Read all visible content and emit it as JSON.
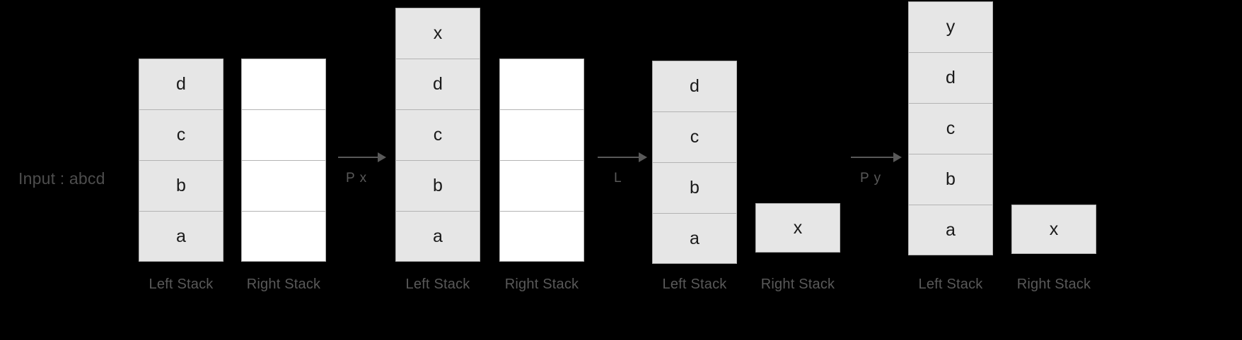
{
  "background_color": "#000000",
  "cell_fill_color": "#e6e6e6",
  "cell_empty_color": "#ffffff",
  "cell_border_color": "#b3b3b3",
  "text_color": "#1a1a1a",
  "label_color": "#595959",
  "caption": "Input : abcd",
  "labels": {
    "left_stack": "Left Stack",
    "right_stack": "Right Stack"
  },
  "chart_data": {
    "type": "diagram",
    "title": "Input : abcd",
    "description": "Stack machine trace with four snapshots of a Left Stack and Right Stack, connected by labelled transition arrows.",
    "stages": [
      {
        "index": 0,
        "left_stack": {
          "label": "Left Stack",
          "cells": [
            "d",
            "c",
            "b",
            "a"
          ],
          "filled": [
            true,
            true,
            true,
            true
          ]
        },
        "right_stack": {
          "label": "Right Stack",
          "cells": [
            "",
            "",
            "",
            ""
          ],
          "filled": [
            false,
            false,
            false,
            false
          ]
        }
      },
      {
        "index": 1,
        "left_stack": {
          "label": "Left Stack",
          "cells": [
            "x",
            "d",
            "c",
            "b",
            "a"
          ],
          "filled": [
            true,
            true,
            true,
            true,
            true
          ]
        },
        "right_stack": {
          "label": "Right Stack",
          "cells": [
            "",
            "",
            "",
            ""
          ],
          "filled": [
            false,
            false,
            false,
            false
          ]
        }
      },
      {
        "index": 2,
        "left_stack": {
          "label": "Left Stack",
          "cells": [
            "d",
            "c",
            "b",
            "a"
          ],
          "filled": [
            true,
            true,
            true,
            true
          ]
        },
        "right_stack": {
          "label": "Right Stack",
          "cells": [
            "x"
          ],
          "filled": [
            true
          ]
        }
      },
      {
        "index": 3,
        "left_stack": {
          "label": "Left Stack",
          "cells": [
            "y",
            "d",
            "c",
            "b",
            "a"
          ],
          "filled": [
            true,
            true,
            true,
            true,
            true
          ]
        },
        "right_stack": {
          "label": "Right Stack",
          "cells": [
            "x"
          ],
          "filled": [
            true
          ]
        }
      }
    ],
    "transitions": [
      {
        "index": 0,
        "label": "P x",
        "from_stage": 0,
        "to_stage": 1
      },
      {
        "index": 1,
        "label": "L",
        "from_stage": 1,
        "to_stage": 2
      },
      {
        "index": 2,
        "label": "P y",
        "from_stage": 2,
        "to_stage": 3
      }
    ]
  }
}
